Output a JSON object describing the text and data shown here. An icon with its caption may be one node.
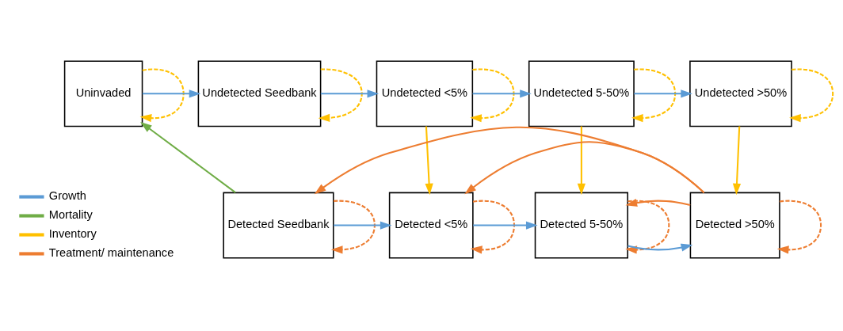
{
  "diagram": {
    "nodes": [
      {
        "text": [
          "Uninvaded"
        ]
      },
      {
        "text": [
          "Undetected Seedbank"
        ]
      },
      {
        "text": [
          "Undetected <5%"
        ]
      },
      {
        "text": [
          "Undetected 5-50%"
        ]
      },
      {
        "text": [
          "Undetected >50%"
        ]
      },
      {
        "text": [
          "Detected Seedbank"
        ]
      },
      {
        "text": [
          "Detected <5%"
        ]
      },
      {
        "text": [
          "Detected 5-50%"
        ]
      },
      {
        "text": [
          "Detected >50%"
        ]
      }
    ],
    "edges": [
      {
        "from": 0,
        "to": 1,
        "arrow": "to",
        "color": "#5b9bd5"
      },
      {
        "from": 1,
        "to": 2,
        "arrow": "to",
        "color": "#5b9bd5"
      },
      {
        "from": 2,
        "to": 3,
        "arrow": "to",
        "color": "#5b9bd5"
      },
      {
        "from": 3,
        "to": 4,
        "arrow": "to",
        "color": "#5b9bd5"
      },
      {
        "from": 0,
        "to": 0,
        "arrow": "to",
        "style": "dashed",
        "color": "#ffc000"
      },
      {
        "from": 1,
        "to": 1,
        "arrow": "to",
        "style": "dashed",
        "color": "#ffc000"
      },
      {
        "from": 2,
        "to": 2,
        "arrow": "to",
        "style": "dashed",
        "color": "#ffc000"
      },
      {
        "from": 3,
        "to": 3,
        "arrow": "to",
        "style": "dashed",
        "color": "#ffc000"
      },
      {
        "from": 4,
        "to": 4,
        "arrow": "to",
        "style": "dashed",
        "color": "#ffc000"
      },
      {
        "from": 2,
        "to": 6,
        "arrow": "to",
        "color": "#ffc000"
      },
      {
        "from": 3,
        "to": 7,
        "arrow": "to",
        "color": "#ffc000"
      },
      {
        "from": 4,
        "to": 8,
        "arrow": "to",
        "color": "#ffc000"
      },
      {
        "from": 5,
        "to": 0,
        "arrow": "to",
        "color": "#70ad47"
      },
      {
        "from": 5,
        "to": 6,
        "arrow": "to",
        "color": "#5b9bd5"
      },
      {
        "from": 6,
        "to": 7,
        "arrow": "to",
        "color": "#5b9bd5"
      },
      {
        "from": 7,
        "to": 8,
        "arrow": "to",
        "color": "#5b9bd5"
      },
      {
        "from": 5,
        "to": 5,
        "arrow": "to",
        "style": "dashed",
        "color": "#ed7d31"
      },
      {
        "from": 6,
        "to": 6,
        "arrow": "to",
        "style": "dashed",
        "color": "#ed7d31"
      },
      {
        "from": 7,
        "to": 7,
        "arrow": "to",
        "style": "dashed",
        "color": "#ed7d31"
      },
      {
        "from": 8,
        "to": 8,
        "arrow": "to",
        "style": "dashed",
        "color": "#ed7d31"
      },
      {
        "from": 8,
        "to": 5,
        "arrow": "to",
        "color": "#ed7d31"
      },
      {
        "from": 8,
        "to": 6,
        "arrow": "to",
        "color": "#ed7d31"
      },
      {
        "from": 8,
        "to": 7,
        "arrow": "to",
        "color": "#ed7d31"
      }
    ],
    "legend": [
      {
        "text": "Growth",
        "color": "#5b9bd5"
      },
      {
        "text": "Mortality",
        "color": "#70ad47"
      },
      {
        "text": "Inventory",
        "color": "#ffc000"
      },
      {
        "text": "Treatment/ maintenance",
        "color": "#ed7d31"
      }
    ]
  }
}
